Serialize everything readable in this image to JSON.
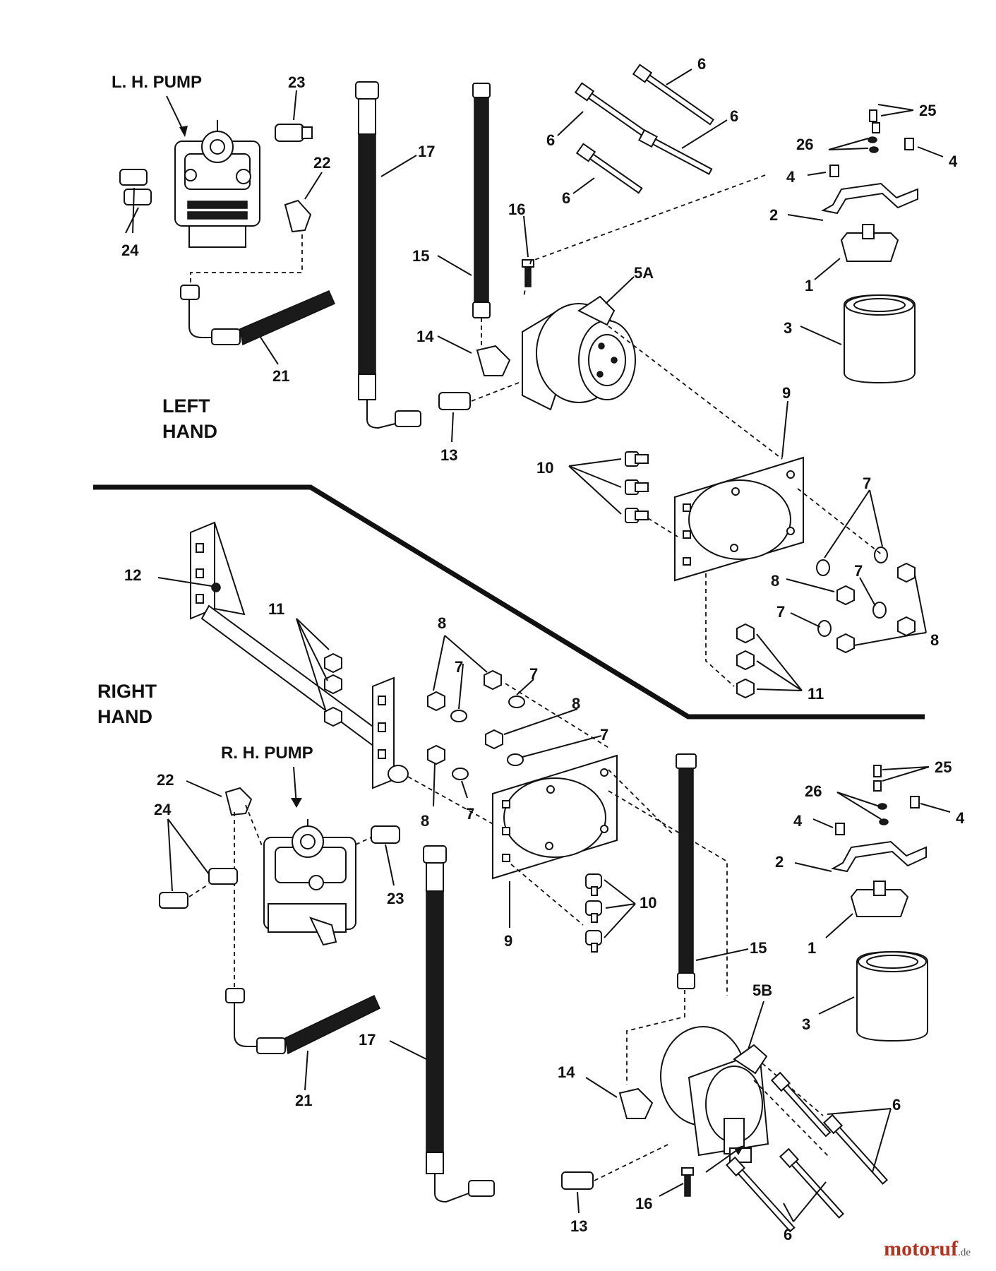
{
  "sections": {
    "left": [
      "LEFT",
      "HAND"
    ],
    "right": [
      "RIGHT",
      "HAND"
    ]
  },
  "titles": {
    "lh_pump": "L. H. PUMP",
    "rh_pump": "R. H. PUMP"
  },
  "callouts": [
    {
      "id": "c-23a",
      "text": "23"
    },
    {
      "id": "c-22a",
      "text": "22"
    },
    {
      "id": "c-24a",
      "text": "24"
    },
    {
      "id": "c-21a",
      "text": "21"
    },
    {
      "id": "c-17a",
      "text": "17"
    },
    {
      "id": "c-15a",
      "text": "15"
    },
    {
      "id": "c-16a",
      "text": "16"
    },
    {
      "id": "c-14a",
      "text": "14"
    },
    {
      "id": "c-13a",
      "text": "13"
    },
    {
      "id": "c-5A",
      "text": "5A"
    },
    {
      "id": "c-6a",
      "text": "6"
    },
    {
      "id": "c-6b",
      "text": "6"
    },
    {
      "id": "c-6c",
      "text": "6"
    },
    {
      "id": "c-6d",
      "text": "6"
    },
    {
      "id": "c-25a",
      "text": "25"
    },
    {
      "id": "c-26a",
      "text": "26"
    },
    {
      "id": "c-4a",
      "text": "4"
    },
    {
      "id": "c-4b",
      "text": "4"
    },
    {
      "id": "c-2a",
      "text": "2"
    },
    {
      "id": "c-1a",
      "text": "1"
    },
    {
      "id": "c-3a",
      "text": "3"
    },
    {
      "id": "c-9a",
      "text": "9"
    },
    {
      "id": "c-10a",
      "text": "10"
    },
    {
      "id": "c-7a",
      "text": "7"
    },
    {
      "id": "c-7b",
      "text": "7"
    },
    {
      "id": "c-7c",
      "text": "7"
    },
    {
      "id": "c-8a",
      "text": "8"
    },
    {
      "id": "c-8b",
      "text": "8"
    },
    {
      "id": "c-11a",
      "text": "11"
    },
    {
      "id": "c-12",
      "text": "12"
    },
    {
      "id": "c-11b",
      "text": "11"
    },
    {
      "id": "c-8c",
      "text": "8"
    },
    {
      "id": "c-7d",
      "text": "7"
    },
    {
      "id": "c-7e",
      "text": "7"
    },
    {
      "id": "c-8d",
      "text": "8"
    },
    {
      "id": "c-7f",
      "text": "7"
    },
    {
      "id": "c-8e",
      "text": "8"
    },
    {
      "id": "c-7g",
      "text": "7"
    },
    {
      "id": "c-22b",
      "text": "22"
    },
    {
      "id": "c-24b",
      "text": "24"
    },
    {
      "id": "c-23b",
      "text": "23"
    },
    {
      "id": "c-9b",
      "text": "9"
    },
    {
      "id": "c-10b",
      "text": "10"
    },
    {
      "id": "c-21b",
      "text": "21"
    },
    {
      "id": "c-17b",
      "text": "17"
    },
    {
      "id": "c-15b",
      "text": "15"
    },
    {
      "id": "c-14b",
      "text": "14"
    },
    {
      "id": "c-13b",
      "text": "13"
    },
    {
      "id": "c-16b",
      "text": "16"
    },
    {
      "id": "c-5B",
      "text": "5B"
    },
    {
      "id": "c-6e",
      "text": "6"
    },
    {
      "id": "c-6f",
      "text": "6"
    },
    {
      "id": "c-25b",
      "text": "25"
    },
    {
      "id": "c-26b",
      "text": "26"
    },
    {
      "id": "c-4c",
      "text": "4"
    },
    {
      "id": "c-4d",
      "text": "4"
    },
    {
      "id": "c-2b",
      "text": "2"
    },
    {
      "id": "c-1b",
      "text": "1"
    },
    {
      "id": "c-3b",
      "text": "3"
    }
  ],
  "watermark": {
    "name": "motoruf",
    "tld": ".de"
  }
}
